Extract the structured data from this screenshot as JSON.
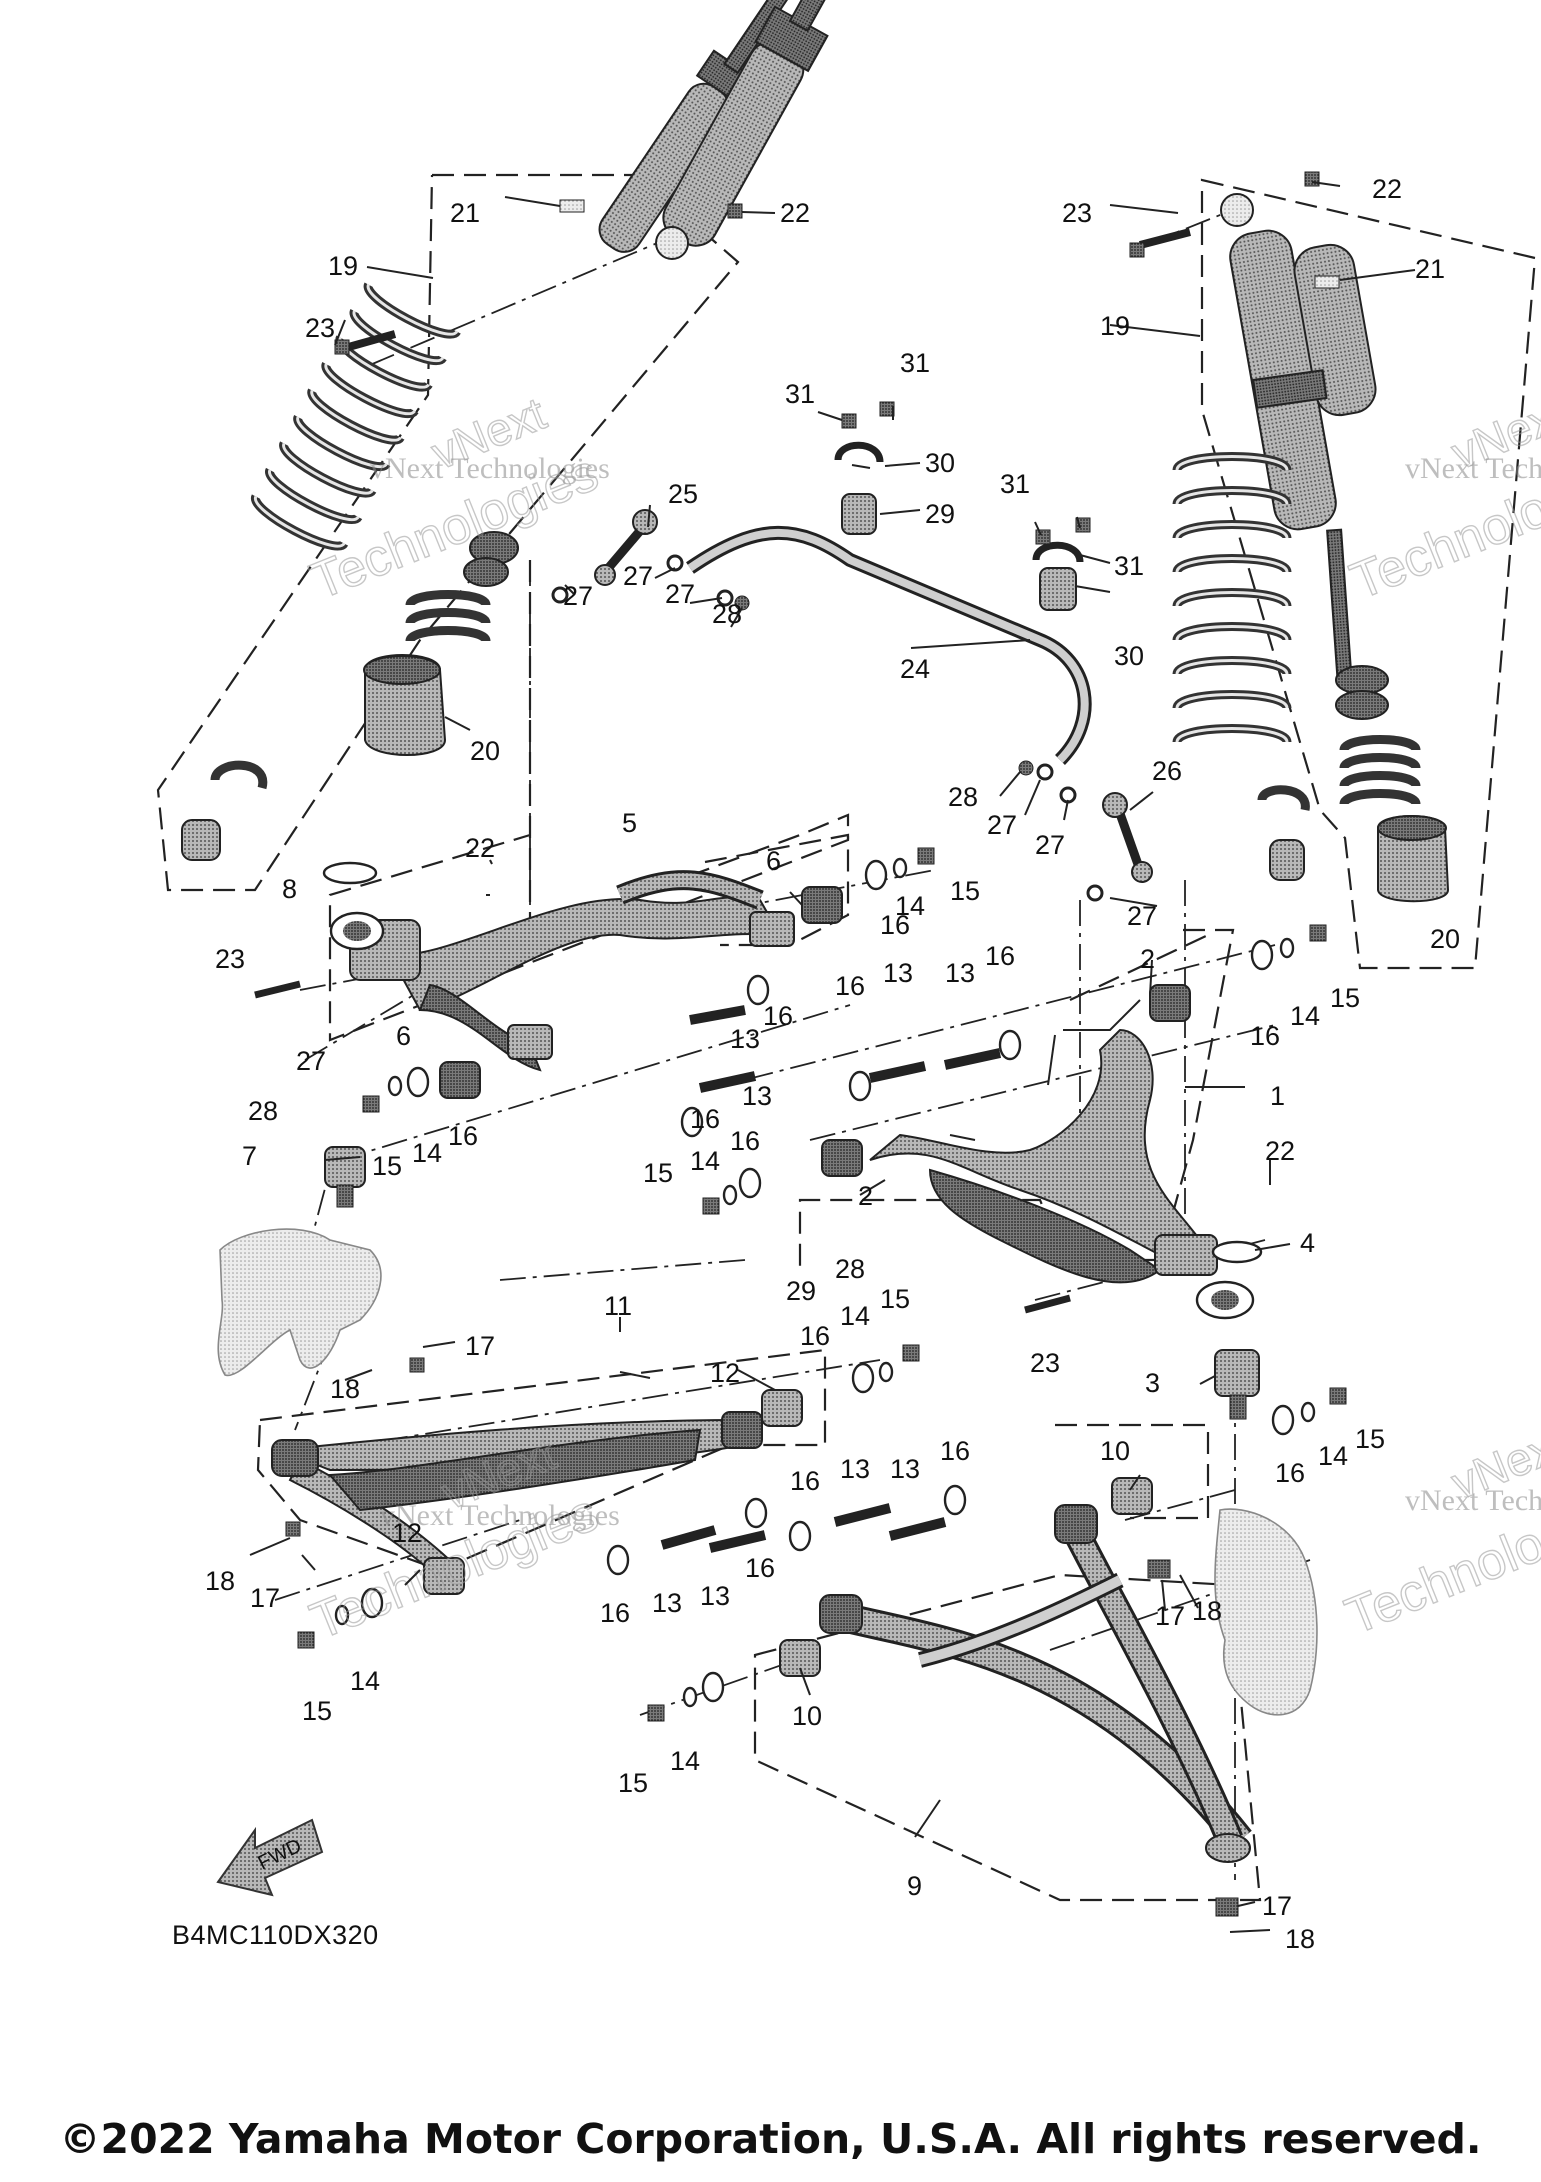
{
  "diagram": {
    "callouts": [
      "1",
      "2",
      "2",
      "3",
      "4",
      "5",
      "6",
      "6",
      "7",
      "8",
      "9",
      "10",
      "10",
      "11",
      "12",
      "12",
      "13",
      "13",
      "13",
      "13",
      "13",
      "13",
      "13",
      "13",
      "14",
      "14",
      "14",
      "14",
      "14",
      "14",
      "14",
      "14",
      "15",
      "15",
      "15",
      "15",
      "15",
      "15",
      "15",
      "15",
      "16",
      "16",
      "16",
      "16",
      "16",
      "16",
      "16",
      "16",
      "16",
      "16",
      "16",
      "16",
      "16",
      "16",
      "17",
      "17",
      "17",
      "17",
      "18",
      "18",
      "18",
      "18",
      "19",
      "19",
      "20",
      "20",
      "21",
      "21",
      "22",
      "22",
      "22",
      "22",
      "23",
      "23",
      "23",
      "23",
      "24",
      "25",
      "26",
      "27",
      "27",
      "27",
      "27",
      "27",
      "27",
      "27",
      "28",
      "28",
      "28",
      "28",
      "29",
      "29",
      "30",
      "30",
      "31",
      "31",
      "31",
      "31"
    ],
    "watermark": {
      "line1": "vNext Technologies",
      "line2": "Technologies",
      "line3": "vNext"
    },
    "direction_arrow": "FWD",
    "diagram_code": "B4MC110DX320",
    "copyright": "©2022 Yamaha Motor Corporation, U.S.A. All rights reserved."
  }
}
